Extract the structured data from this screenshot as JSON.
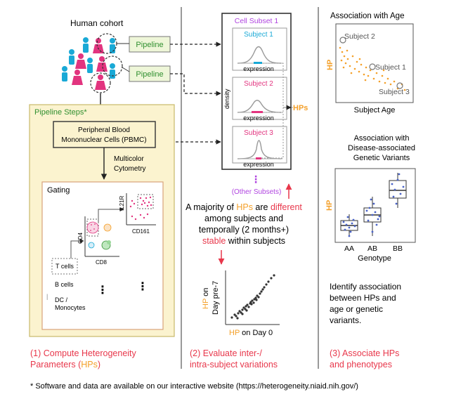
{
  "colors": {
    "orange": "#f4a02a",
    "red": "#e8374b",
    "green": "#2f8f2f",
    "purple": "#b044e0",
    "cyan": "#19a9d6",
    "magenta": "#e2347f",
    "blue": "#4a63c7",
    "boxfill": "#fbf3cf",
    "pipefill": "#eef6d8"
  },
  "panel1": {
    "cohort_title": "Human cohort",
    "pipeline1": "Pipeline",
    "pipeline2": "Pipeline",
    "pipeline_steps": "Pipeline Steps*",
    "pbmc_line1": "Peripheral Blood",
    "pbmc_line2": "Mononuclear Cells (PBMC)",
    "cytometry_line1": "Multicolor",
    "cytometry_line2": "Cytometry",
    "gating": "Gating",
    "il21r": "IL21R",
    "cd161": "CD161",
    "cd4": "CD4",
    "cd8": "CD8",
    "t_cells": "T cells",
    "b_cells": "B cells",
    "dc_line1": "DC /",
    "dc_line2": "Monocytes",
    "dots": "⋮",
    "caption_line1": "(1) Compute Heterogeneity",
    "caption_line2_a": "Parameters (",
    "caption_line2_b": "HPs",
    "caption_line2_c": ")"
  },
  "panel2": {
    "cell_subset": "Cell Subset 1",
    "subject1": "Subject 1",
    "subject2": "Subject 2",
    "subject3": "Subject 3",
    "expression": "expression",
    "density": "density",
    "hps_label": "HPs",
    "other_dots": "⋮",
    "other_subsets": "(Other Subsets)",
    "line1_a": "A majority of ",
    "line1_b": "HPs",
    "line1_c": " are ",
    "line1_d": "different",
    "line2": "among subjects and",
    "line3": "temporally (2 months+)",
    "line4_a": "stable",
    "line4_b": " within subjects",
    "y_hp": "HP",
    "y_on": " on",
    "y_day": "Day pre-7",
    "x_hp": "HP",
    "x_rest": " on Day 0",
    "caption_line1": "(2) Evaluate inter-/",
    "caption_line2": "intra-subject variations"
  },
  "panel3": {
    "age_title": "Association with Age",
    "hp_label": "HP",
    "subject2": "Subject 2",
    "subject1": "Subject 1",
    "subject3": "Subject 3",
    "x_label": "Subject Age",
    "gen_title1": "Association with",
    "gen_title2": "Disease-associated",
    "gen_title3": "Genetic Variants",
    "box_hp": "HP",
    "geno_aa": "AA",
    "geno_ab": "AB",
    "geno_bb": "BB",
    "geno_label": "Genotype",
    "identify1": "Identify association",
    "identify2": "between HPs and",
    "identify3": "age or genetic",
    "identify4": "variants.",
    "caption_line1": "(3) Associate HPs",
    "caption_line2": "and phenotypes"
  },
  "footnote": "* Software and data are available on our interactive website (https://heterogeneity.niaid.nih.gov/)"
}
